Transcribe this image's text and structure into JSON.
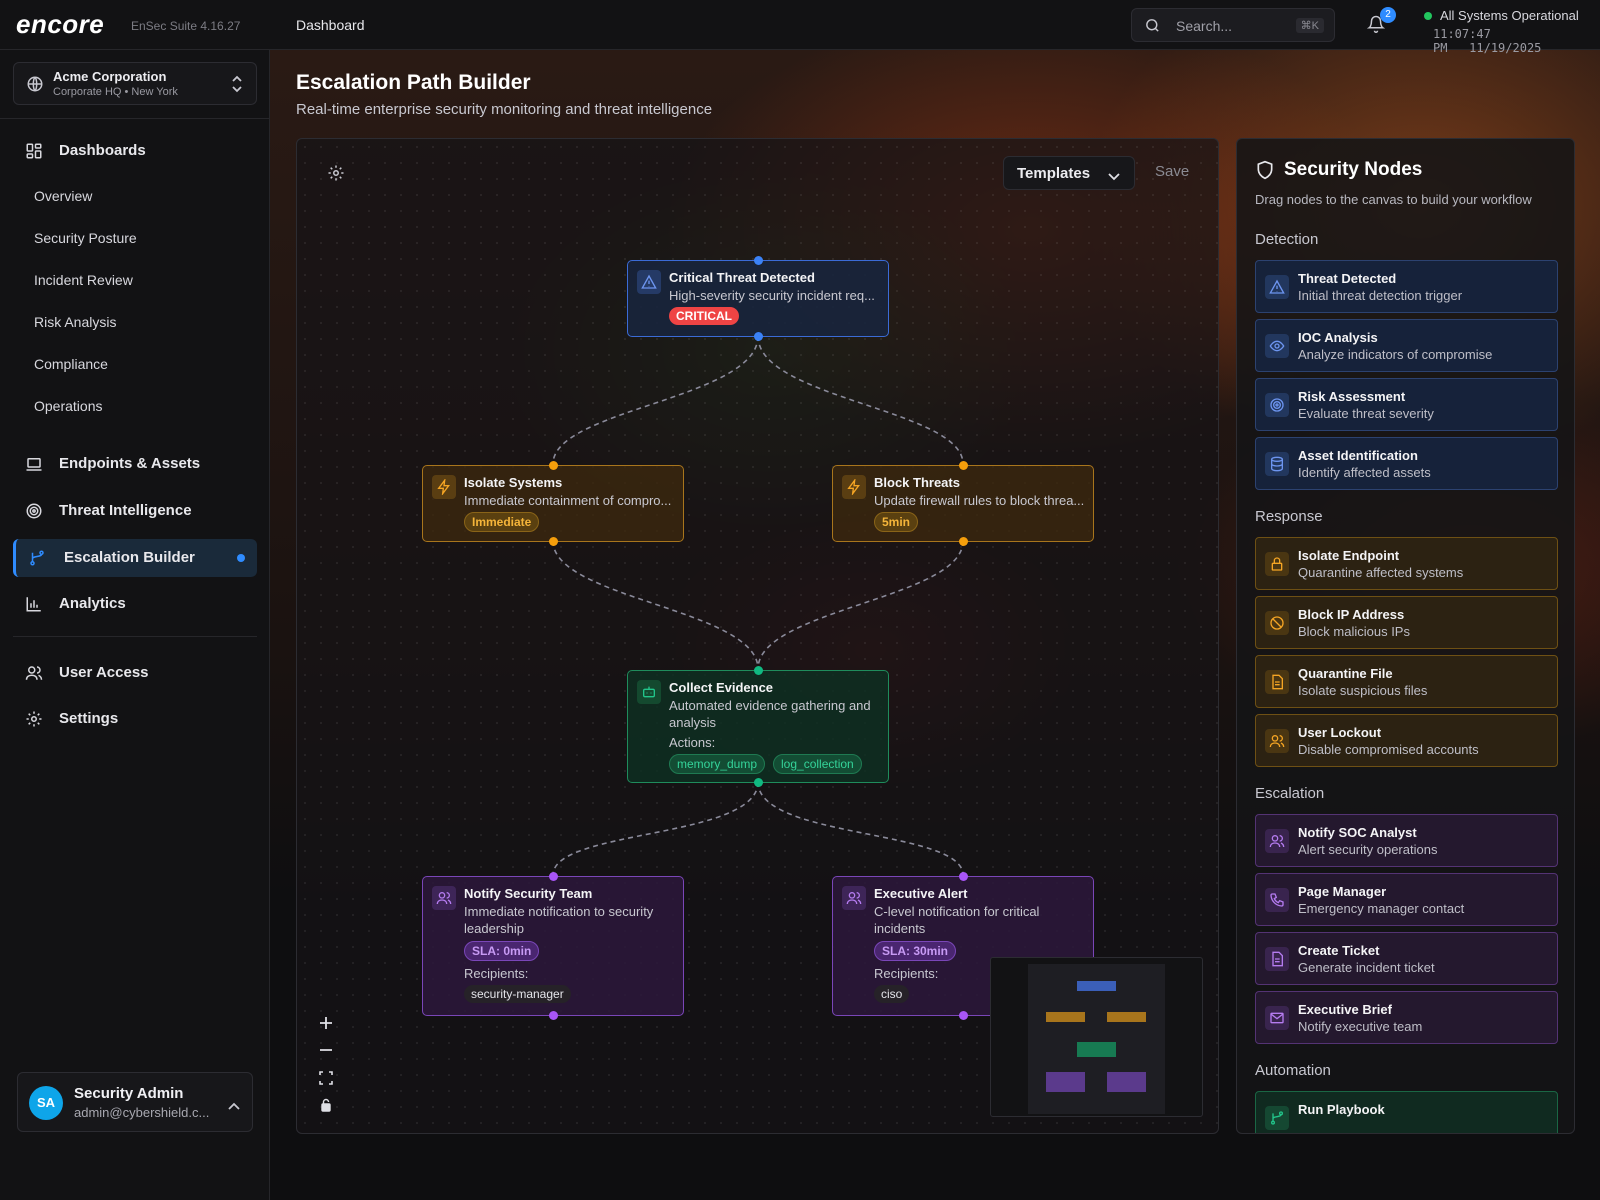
{
  "app": {
    "logo": "encore",
    "version": "EnSec Suite 4.16.27",
    "breadcrumb": "Dashboard"
  },
  "search": {
    "placeholder": "Search...",
    "shortcut": "⌘K"
  },
  "notifications": {
    "count": "2"
  },
  "status": {
    "text": "All Systems Operational",
    "time": "11:07:47 PM",
    "date": "11/19/2025",
    "color": "#22c55e"
  },
  "org": {
    "name": "Acme Corporation",
    "location": "Corporate HQ • New York"
  },
  "sidebar": {
    "dashboards": "Dashboards",
    "sub_items": [
      "Overview",
      "Security Posture",
      "Incident Review",
      "Risk Analysis",
      "Compliance",
      "Operations"
    ],
    "endpoints": "Endpoints & Assets",
    "threat_intel": "Threat Intelligence",
    "escalation": "Escalation Builder",
    "analytics": "Analytics",
    "user_access": "User Access",
    "settings": "Settings"
  },
  "user": {
    "initials": "SA",
    "name": "Security Admin",
    "email": "admin@cybershield.c..."
  },
  "page": {
    "title": "Escalation Path Builder",
    "subtitle": "Real-time enterprise security monitoring and threat intelligence"
  },
  "toolbar": {
    "templates_label": "Templates",
    "save_label": "Save"
  },
  "nodes": {
    "critical": {
      "title": "Critical Threat Detected",
      "desc": "High-severity security incident req...",
      "badge": "CRITICAL"
    },
    "isolate": {
      "title": "Isolate Systems",
      "desc": "Immediate containment of compro...",
      "badge": "Immediate"
    },
    "block": {
      "title": "Block Threats",
      "desc": "Update firewall rules to block threa...",
      "badge": "5min"
    },
    "collect": {
      "title": "Collect Evidence",
      "desc": "Automated evidence gathering and analysis",
      "actions_label": "Actions:",
      "actions": [
        "memory_dump",
        "log_collection"
      ]
    },
    "notify": {
      "title": "Notify Security Team",
      "desc": "Immediate notification to security leadership",
      "sla": "SLA: 0min",
      "recipients_label": "Recipients:",
      "recipient": "security-manager"
    },
    "exec": {
      "title": "Executive Alert",
      "desc": "C-level notification for critical incidents",
      "sla": "SLA: 30min",
      "recipients_label": "Recipients:",
      "recipient": "ciso"
    }
  },
  "panel": {
    "title": "Security Nodes",
    "subtitle": "Drag nodes to the canvas to build your workflow",
    "sections": {
      "detection": "Detection",
      "response": "Response",
      "escalation": "Escalation",
      "automation": "Automation"
    },
    "detection": [
      {
        "title": "Threat Detected",
        "desc": "Initial threat detection trigger",
        "icon": "warning-icon"
      },
      {
        "title": "IOC Analysis",
        "desc": "Analyze indicators of compromise",
        "icon": "eye-icon"
      },
      {
        "title": "Risk Assessment",
        "desc": "Evaluate threat severity",
        "icon": "target-icon"
      },
      {
        "title": "Asset Identification",
        "desc": "Identify affected assets",
        "icon": "database-icon"
      }
    ],
    "response": [
      {
        "title": "Isolate Endpoint",
        "desc": "Quarantine affected systems",
        "icon": "lock-icon"
      },
      {
        "title": "Block IP Address",
        "desc": "Block malicious IPs",
        "icon": "ban-icon"
      },
      {
        "title": "Quarantine File",
        "desc": "Isolate suspicious files",
        "icon": "file-icon"
      },
      {
        "title": "User Lockout",
        "desc": "Disable compromised accounts",
        "icon": "users-icon"
      }
    ],
    "escalation": [
      {
        "title": "Notify SOC Analyst",
        "desc": "Alert security operations",
        "icon": "users-icon"
      },
      {
        "title": "Page Manager",
        "desc": "Emergency manager contact",
        "icon": "phone-icon"
      },
      {
        "title": "Create Ticket",
        "desc": "Generate incident ticket",
        "icon": "file-icon"
      },
      {
        "title": "Executive Brief",
        "desc": "Notify executive team",
        "icon": "mail-icon"
      }
    ],
    "automation": [
      {
        "title": "Run Playbook",
        "desc": "",
        "icon": "branch-icon"
      }
    ]
  },
  "colors": {
    "accent": "#2f8cff",
    "blue": "#3b6bd6",
    "orange": "#f59e0b",
    "green": "#10b981",
    "purple": "#a855f7",
    "critical": "#ef4444"
  }
}
